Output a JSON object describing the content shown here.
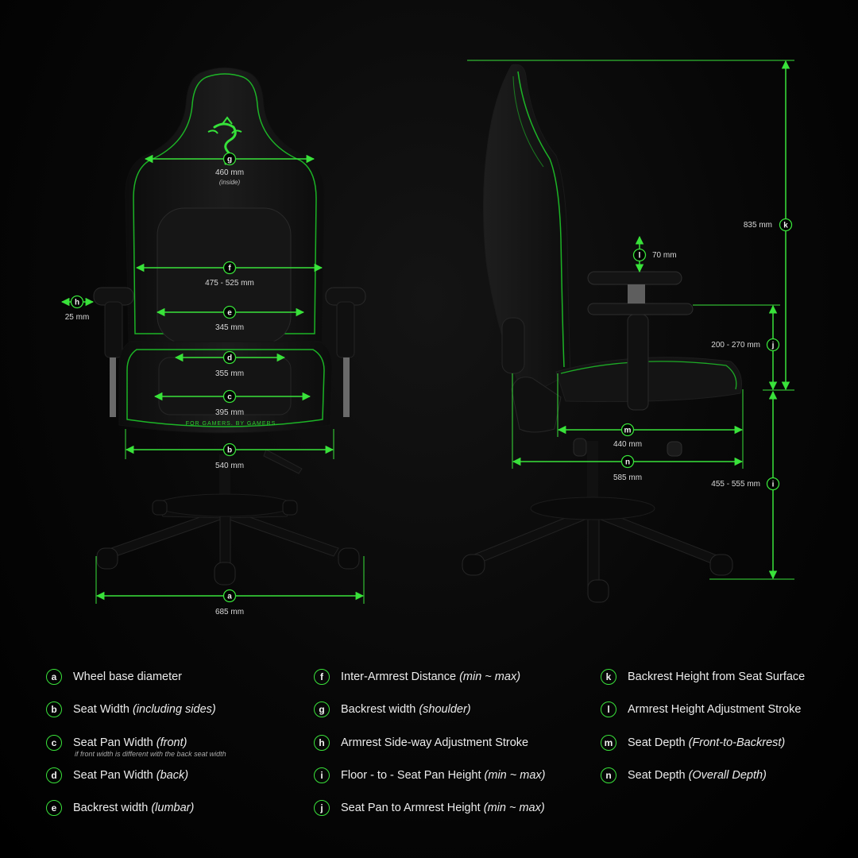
{
  "colors": {
    "accent": "#39e23a",
    "background": "#000000",
    "chair_body": "#121212"
  },
  "chair_front": {
    "brand_tagline": "FOR GAMERS. BY GAMERS.",
    "logo_icon": "razer-snake-logo-icon"
  },
  "dimensions": {
    "g": {
      "letter": "g",
      "value": "460 mm",
      "sub": "(inside)"
    },
    "f": {
      "letter": "f",
      "value": "475 - 525 mm"
    },
    "e": {
      "letter": "e",
      "value": "345 mm"
    },
    "d": {
      "letter": "d",
      "value": "355 mm"
    },
    "c": {
      "letter": "c",
      "value": "395 mm"
    },
    "b": {
      "letter": "b",
      "value": "540 mm"
    },
    "a": {
      "letter": "a",
      "value": "685 mm"
    },
    "h": {
      "letter": "h",
      "value": "25 mm"
    },
    "k": {
      "letter": "k",
      "value": "835 mm"
    },
    "l": {
      "letter": "l",
      "value": "70 mm"
    },
    "j": {
      "letter": "j",
      "value": "200 - 270 mm"
    },
    "m": {
      "letter": "m",
      "value": "440 mm"
    },
    "n": {
      "letter": "n",
      "value": "585 mm"
    },
    "i": {
      "letter": "i",
      "value": "455 - 555 mm"
    }
  },
  "legend": {
    "a": {
      "letter": "a",
      "label": "Wheel base diameter",
      "qualifier": ""
    },
    "b": {
      "letter": "b",
      "label": "Seat Width ",
      "qualifier": "(including sides)"
    },
    "c": {
      "letter": "c",
      "label": "Seat Pan Width ",
      "qualifier": "(front)",
      "note": "if front width is different with the back seat width"
    },
    "d": {
      "letter": "d",
      "label": "Seat Pan Width ",
      "qualifier": "(back)"
    },
    "e": {
      "letter": "e",
      "label": "Backrest width ",
      "qualifier": "(lumbar)"
    },
    "f": {
      "letter": "f",
      "label": "Inter-Armrest Distance ",
      "qualifier": "(min ~ max)"
    },
    "g": {
      "letter": "g",
      "label": "Backrest width ",
      "qualifier": "(shoulder)"
    },
    "h": {
      "letter": "h",
      "label": "Armrest Side-way Adjustment Stroke",
      "qualifier": ""
    },
    "i": {
      "letter": "i",
      "label": "Floor - to - Seat Pan Height ",
      "qualifier": "(min ~ max)"
    },
    "j": {
      "letter": "j",
      "label": "Seat Pan to Armrest Height ",
      "qualifier": "(min ~ max)"
    },
    "k": {
      "letter": "k",
      "label": "Backrest Height from Seat Surface",
      "qualifier": ""
    },
    "l": {
      "letter": "l",
      "label": "Armrest Height Adjustment Stroke",
      "qualifier": ""
    },
    "m": {
      "letter": "m",
      "label": "Seat Depth ",
      "qualifier": "(Front-to-Backrest)"
    },
    "n": {
      "letter": "n",
      "label": "Seat Depth ",
      "qualifier": "(Overall Depth)"
    }
  }
}
